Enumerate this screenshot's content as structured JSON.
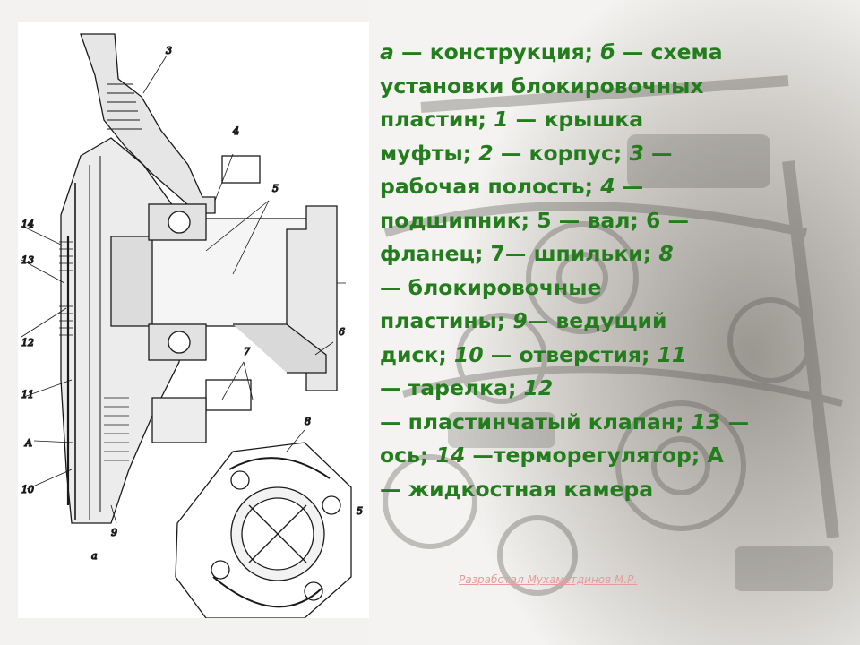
{
  "caption": {
    "lines": [
      [
        {
          "t": "а",
          "i": true
        },
        {
          "t": " — конструкция; ",
          "i": false
        },
        {
          "t": "б",
          "i": true
        },
        {
          "t": " — схема",
          "i": false
        }
      ],
      [
        {
          "t": "установки блокировочных",
          "i": false
        }
      ],
      [
        {
          "t": "пластин; ",
          "i": false
        },
        {
          "t": "1",
          "i": true
        },
        {
          "t": " — крышка",
          "i": false
        }
      ],
      [
        {
          "t": "муфты; ",
          "i": false
        },
        {
          "t": "2",
          "i": true
        },
        {
          "t": " — корпус; ",
          "i": false
        },
        {
          "t": "3",
          "i": true
        },
        {
          "t": " —",
          "i": false
        }
      ],
      [
        {
          "t": "рабочая полость; ",
          "i": false
        },
        {
          "t": "4",
          "i": true
        },
        {
          "t": " —",
          "i": false
        }
      ],
      [
        {
          "t": "подшипник; 5 — вал; 6 —",
          "i": false
        }
      ],
      [
        {
          "t": "фланец; 7— шпильки; ",
          "i": false
        },
        {
          "t": "8",
          "i": true
        }
      ],
      [
        {
          "t": "— блокировочные",
          "i": false
        }
      ],
      [
        {
          "t": "пластины; ",
          "i": false
        },
        {
          "t": "9",
          "i": true
        },
        {
          "t": "— ведущий",
          "i": false
        }
      ],
      [
        {
          "t": "диск; ",
          "i": false
        },
        {
          "t": "10",
          "i": true
        },
        {
          "t": " — отверстия; ",
          "i": false
        },
        {
          "t": "11",
          "i": true
        }
      ],
      [
        {
          "t": "— тарелка; ",
          "i": false
        },
        {
          "t": "12",
          "i": true
        }
      ],
      [
        {
          "t": "— пластинчатый клапан; ",
          "i": false
        },
        {
          "t": "13",
          "i": true
        },
        {
          "t": " —",
          "i": false
        }
      ],
      [
        {
          "t": "ось; ",
          "i": false
        },
        {
          "t": "14",
          "i": true
        },
        {
          "t": " —терморегулятор; А",
          "i": false
        }
      ],
      [
        {
          "t": "— жидкостная камера",
          "i": false
        }
      ]
    ]
  },
  "watermark": "Разработал Мухаметдинов М.Р.",
  "drawing": {
    "labels": {
      "l3": "3",
      "l4": "4",
      "l5": "5",
      "l6": "6",
      "l7": "7",
      "l8": "8",
      "l9": "9",
      "l10": "10",
      "l11": "11",
      "l12": "12",
      "l13": "13",
      "l14": "14",
      "lA": "A",
      "la": "а",
      "l5b": "5"
    }
  },
  "colors": {
    "caption": "#237d1c",
    "watermark": "#e89a9a"
  }
}
